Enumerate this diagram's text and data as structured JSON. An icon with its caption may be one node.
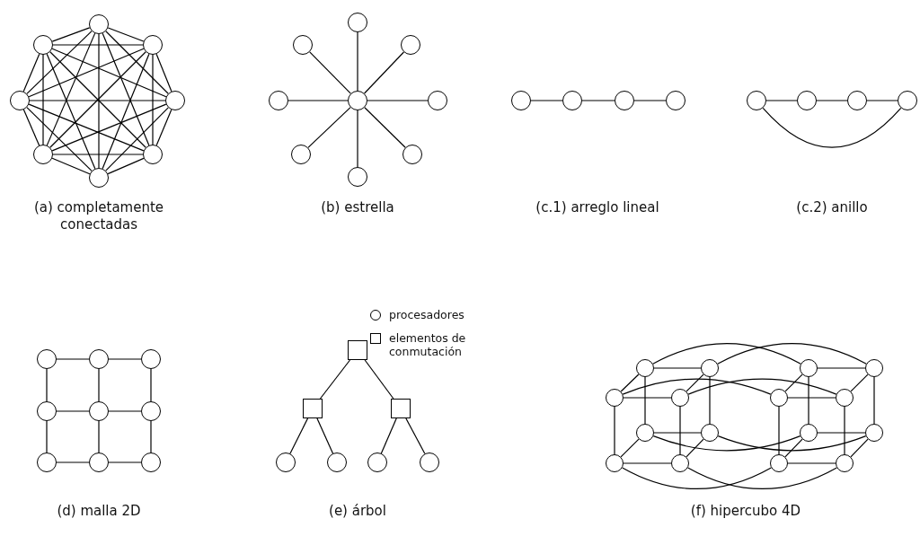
{
  "diagram": {
    "nodes": [
      {
        "text": [],
        "shape": "circle"
      },
      {
        "text": [],
        "shape": "circle"
      },
      {
        "text": [],
        "shape": "circle"
      },
      {
        "text": [],
        "shape": "circle"
      },
      {
        "text": [],
        "shape": "circle"
      },
      {
        "text": [],
        "shape": "circle"
      },
      {
        "text": [],
        "shape": "circle"
      },
      {
        "text": [],
        "shape": "circle"
      },
      {
        "text": [],
        "shape": "circle"
      },
      {
        "text": [],
        "shape": "circle"
      },
      {
        "text": [],
        "shape": "circle"
      },
      {
        "text": [],
        "shape": "circle"
      },
      {
        "text": [],
        "shape": "circle"
      },
      {
        "text": [],
        "shape": "circle"
      },
      {
        "text": [],
        "shape": "circle"
      },
      {
        "text": [],
        "shape": "circle"
      },
      {
        "text": [],
        "shape": "circle"
      },
      {
        "text": [],
        "shape": "circle"
      },
      {
        "text": [],
        "shape": "circle"
      },
      {
        "text": [],
        "shape": "circle"
      },
      {
        "text": [],
        "shape": "circle"
      },
      {
        "text": [],
        "shape": "circle"
      },
      {
        "text": [],
        "shape": "circle"
      },
      {
        "text": [],
        "shape": "circle"
      },
      {
        "text": [],
        "shape": "circle"
      },
      {
        "text": [],
        "shape": "circle"
      },
      {
        "text": [],
        "shape": "circle"
      },
      {
        "text": [],
        "shape": "circle"
      },
      {
        "text": [],
        "shape": "circle"
      },
      {
        "text": [],
        "shape": "circle"
      },
      {
        "text": [],
        "shape": "circle"
      },
      {
        "text": [],
        "shape": "circle"
      },
      {
        "text": [],
        "shape": "circle"
      },
      {
        "text": [],
        "shape": "circle"
      },
      {
        "text": [],
        "shape": "box"
      },
      {
        "text": [],
        "shape": "box"
      },
      {
        "text": [],
        "shape": "box"
      },
      {
        "text": [],
        "shape": "circle"
      },
      {
        "text": [],
        "shape": "circle"
      },
      {
        "text": [],
        "shape": "circle"
      },
      {
        "text": [],
        "shape": "circle"
      },
      {
        "text": [],
        "shape": "circle"
      },
      {
        "text": [],
        "shape": "circle"
      },
      {
        "text": [],
        "shape": "circle"
      },
      {
        "text": [],
        "shape": "circle"
      },
      {
        "text": [],
        "shape": "circle"
      },
      {
        "text": [],
        "shape": "circle"
      },
      {
        "text": [],
        "shape": "circle"
      },
      {
        "text": [],
        "shape": "circle"
      },
      {
        "text": [],
        "shape": "circle"
      },
      {
        "text": [],
        "shape": "circle"
      },
      {
        "text": [],
        "shape": "circle"
      },
      {
        "text": [],
        "shape": "circle"
      },
      {
        "text": [],
        "shape": "circle"
      },
      {
        "text": [],
        "shape": "circle"
      },
      {
        "text": [],
        "shape": "circle"
      },
      {
        "text": [],
        "shape": "circle"
      }
    ],
    "edges": [
      {
        "from": 0,
        "to": 1,
        "arrow": "none"
      },
      {
        "from": 0,
        "to": 2,
        "arrow": "none"
      },
      {
        "from": 0,
        "to": 3,
        "arrow": "none"
      },
      {
        "from": 0,
        "to": 4,
        "arrow": "none"
      },
      {
        "from": 0,
        "to": 5,
        "arrow": "none"
      },
      {
        "from": 0,
        "to": 6,
        "arrow": "none"
      },
      {
        "from": 0,
        "to": 7,
        "arrow": "none"
      },
      {
        "from": 1,
        "to": 2,
        "arrow": "none"
      },
      {
        "from": 1,
        "to": 3,
        "arrow": "none"
      },
      {
        "from": 1,
        "to": 4,
        "arrow": "none"
      },
      {
        "from": 1,
        "to": 5,
        "arrow": "none"
      },
      {
        "from": 1,
        "to": 6,
        "arrow": "none"
      },
      {
        "from": 1,
        "to": 7,
        "arrow": "none"
      },
      {
        "from": 2,
        "to": 3,
        "arrow": "none"
      },
      {
        "from": 2,
        "to": 4,
        "arrow": "none"
      },
      {
        "from": 2,
        "to": 5,
        "arrow": "none"
      },
      {
        "from": 2,
        "to": 6,
        "arrow": "none"
      },
      {
        "from": 2,
        "to": 7,
        "arrow": "none"
      },
      {
        "from": 3,
        "to": 4,
        "arrow": "none"
      },
      {
        "from": 3,
        "to": 5,
        "arrow": "none"
      },
      {
        "from": 3,
        "to": 6,
        "arrow": "none"
      },
      {
        "from": 3,
        "to": 7,
        "arrow": "none"
      },
      {
        "from": 4,
        "to": 5,
        "arrow": "none"
      },
      {
        "from": 4,
        "to": 6,
        "arrow": "none"
      },
      {
        "from": 4,
        "to": 7,
        "arrow": "none"
      },
      {
        "from": 5,
        "to": 6,
        "arrow": "none"
      },
      {
        "from": 5,
        "to": 7,
        "arrow": "none"
      },
      {
        "from": 6,
        "to": 7,
        "arrow": "none"
      },
      {
        "from": 12,
        "to": 8,
        "arrow": "none"
      },
      {
        "from": 12,
        "to": 9,
        "arrow": "none"
      },
      {
        "from": 12,
        "to": 10,
        "arrow": "none"
      },
      {
        "from": 12,
        "to": 11,
        "arrow": "none"
      },
      {
        "from": 12,
        "to": 13,
        "arrow": "none"
      },
      {
        "from": 12,
        "to": 14,
        "arrow": "none"
      },
      {
        "from": 12,
        "to": 15,
        "arrow": "none"
      },
      {
        "from": 12,
        "to": 16,
        "arrow": "none"
      },
      {
        "from": 17,
        "to": 18,
        "arrow": "none"
      },
      {
        "from": 18,
        "to": 19,
        "arrow": "none"
      },
      {
        "from": 19,
        "to": 20,
        "arrow": "none"
      },
      {
        "from": 21,
        "to": 22,
        "arrow": "none"
      },
      {
        "from": 22,
        "to": 23,
        "arrow": "none"
      },
      {
        "from": 23,
        "to": 24,
        "arrow": "none"
      },
      {
        "from": 21,
        "to": 24,
        "arrow": "none"
      },
      {
        "from": 25,
        "to": 26,
        "arrow": "none"
      },
      {
        "from": 26,
        "to": 27,
        "arrow": "none"
      },
      {
        "from": 28,
        "to": 29,
        "arrow": "none"
      },
      {
        "from": 29,
        "to": 30,
        "arrow": "none"
      },
      {
        "from": 31,
        "to": 32,
        "arrow": "none"
      },
      {
        "from": 32,
        "to": 33,
        "arrow": "none"
      },
      {
        "from": 25,
        "to": 28,
        "arrow": "none"
      },
      {
        "from": 28,
        "to": 31,
        "arrow": "none"
      },
      {
        "from": 26,
        "to": 29,
        "arrow": "none"
      },
      {
        "from": 29,
        "to": 32,
        "arrow": "none"
      },
      {
        "from": 27,
        "to": 30,
        "arrow": "none"
      },
      {
        "from": 30,
        "to": 33,
        "arrow": "none"
      },
      {
        "from": 34,
        "to": 35,
        "arrow": "none"
      },
      {
        "from": 34,
        "to": 36,
        "arrow": "none"
      },
      {
        "from": 35,
        "to": 37,
        "arrow": "none"
      },
      {
        "from": 35,
        "to": 38,
        "arrow": "none"
      },
      {
        "from": 36,
        "to": 39,
        "arrow": "none"
      },
      {
        "from": 36,
        "to": 40,
        "arrow": "none"
      },
      {
        "from": 41,
        "to": 42,
        "arrow": "none"
      },
      {
        "from": 43,
        "to": 44,
        "arrow": "none"
      },
      {
        "from": 45,
        "to": 46,
        "arrow": "none"
      },
      {
        "from": 47,
        "to": 48,
        "arrow": "none"
      },
      {
        "from": 49,
        "to": 50,
        "arrow": "none"
      },
      {
        "from": 51,
        "to": 52,
        "arrow": "none"
      },
      {
        "from": 53,
        "to": 54,
        "arrow": "none"
      },
      {
        "from": 55,
        "to": 56,
        "arrow": "none"
      },
      {
        "from": 41,
        "to": 49,
        "arrow": "none"
      },
      {
        "from": 42,
        "to": 50,
        "arrow": "none"
      },
      {
        "from": 43,
        "to": 51,
        "arrow": "none"
      },
      {
        "from": 44,
        "to": 52,
        "arrow": "none"
      },
      {
        "from": 45,
        "to": 53,
        "arrow": "none"
      },
      {
        "from": 46,
        "to": 54,
        "arrow": "none"
      },
      {
        "from": 47,
        "to": 55,
        "arrow": "none"
      },
      {
        "from": 48,
        "to": 56,
        "arrow": "none"
      },
      {
        "from": 41,
        "to": 45,
        "arrow": "none"
      },
      {
        "from": 42,
        "to": 46,
        "arrow": "none"
      },
      {
        "from": 43,
        "to": 47,
        "arrow": "none"
      },
      {
        "from": 44,
        "to": 48,
        "arrow": "none"
      },
      {
        "from": 49,
        "to": 53,
        "arrow": "none"
      },
      {
        "from": 50,
        "to": 54,
        "arrow": "none"
      },
      {
        "from": 51,
        "to": 55,
        "arrow": "none"
      },
      {
        "from": 52,
        "to": 56,
        "arrow": "none"
      },
      {
        "from": 41,
        "to": 43,
        "arrow": "none"
      },
      {
        "from": 42,
        "to": 44,
        "arrow": "none"
      },
      {
        "from": 45,
        "to": 47,
        "arrow": "none"
      },
      {
        "from": 46,
        "to": 48,
        "arrow": "none"
      },
      {
        "from": 49,
        "to": 51,
        "arrow": "none"
      },
      {
        "from": 50,
        "to": 52,
        "arrow": "none"
      },
      {
        "from": 53,
        "to": 55,
        "arrow": "none"
      },
      {
        "from": 54,
        "to": 56,
        "arrow": "none"
      }
    ],
    "labels": [
      "(a) completamente conectadas",
      "(b) estrella",
      "(c.1) arreglo lineal",
      "(c.2) anillo",
      "(d) malla 2D",
      "(e) árbol",
      "(f) hipercubo 4D"
    ],
    "legend": [
      {
        "text": "procesadores"
      },
      {
        "text": "elementos de conmutación"
      }
    ]
  }
}
